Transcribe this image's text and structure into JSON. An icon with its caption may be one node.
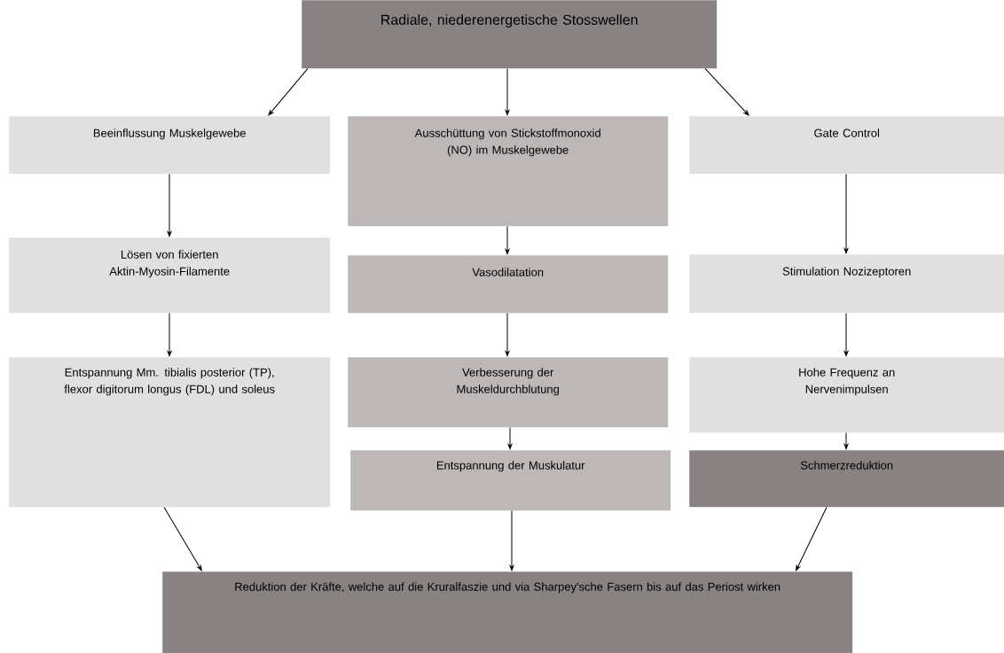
{
  "diagram": {
    "nodes": [
      {
        "text": [
          "Radiale, niederenergetische Stosswellen"
        ]
      },
      {
        "text": [
          "Beeinflussung Muskelgewebe"
        ]
      },
      {
        "text": [
          "Ausschüttung von Stickstoffmonoxid (NO) im Muskelgewebe"
        ]
      },
      {
        "text": [
          "Gate Control"
        ]
      },
      {
        "text": [
          "Lösen von fixierten Aktin-Myosin-Filamente"
        ]
      },
      {
        "text": [
          "Vasodilatation"
        ]
      },
      {
        "text": [
          "Stimulation Nozizeptoren"
        ]
      },
      {
        "text": [
          "Entspannung Mm. tibialis posterior (TP), flexor digitorum longus (FDL) und soleus"
        ]
      },
      {
        "text": [
          "Verbesserung der Muskeldurchblutung"
        ]
      },
      {
        "text": [
          "Hohe Frequenz an Nervenimpulsen"
        ]
      },
      {
        "text": [
          "Entspannung der Muskulatur"
        ]
      },
      {
        "text": [
          "Schmerzreduktion"
        ]
      },
      {
        "text": [
          "Reduktion der Kräfte, welche auf die Kruralfaszie und via Sharpey'sche Fasern bis auf das Periost wirken"
        ]
      }
    ],
    "edges": [
      {
        "from": 0,
        "to": 1,
        "arrow": "to"
      },
      {
        "from": 0,
        "to": 2,
        "arrow": "to"
      },
      {
        "from": 0,
        "to": 3,
        "arrow": "to"
      },
      {
        "from": 1,
        "to": 4,
        "arrow": "to"
      },
      {
        "from": 4,
        "to": 7,
        "arrow": "to"
      },
      {
        "from": 2,
        "to": 5,
        "arrow": "to"
      },
      {
        "from": 5,
        "to": 8,
        "arrow": "to"
      },
      {
        "from": 8,
        "to": 10,
        "arrow": "to"
      },
      {
        "from": 3,
        "to": 6,
        "arrow": "to"
      },
      {
        "from": 6,
        "to": 9,
        "arrow": "to"
      },
      {
        "from": 9,
        "to": 11,
        "arrow": "to"
      },
      {
        "from": 7,
        "to": 12,
        "arrow": "to"
      },
      {
        "from": 10,
        "to": 12,
        "arrow": "to"
      },
      {
        "from": 11,
        "to": 12,
        "arrow": "to"
      }
    ]
  }
}
